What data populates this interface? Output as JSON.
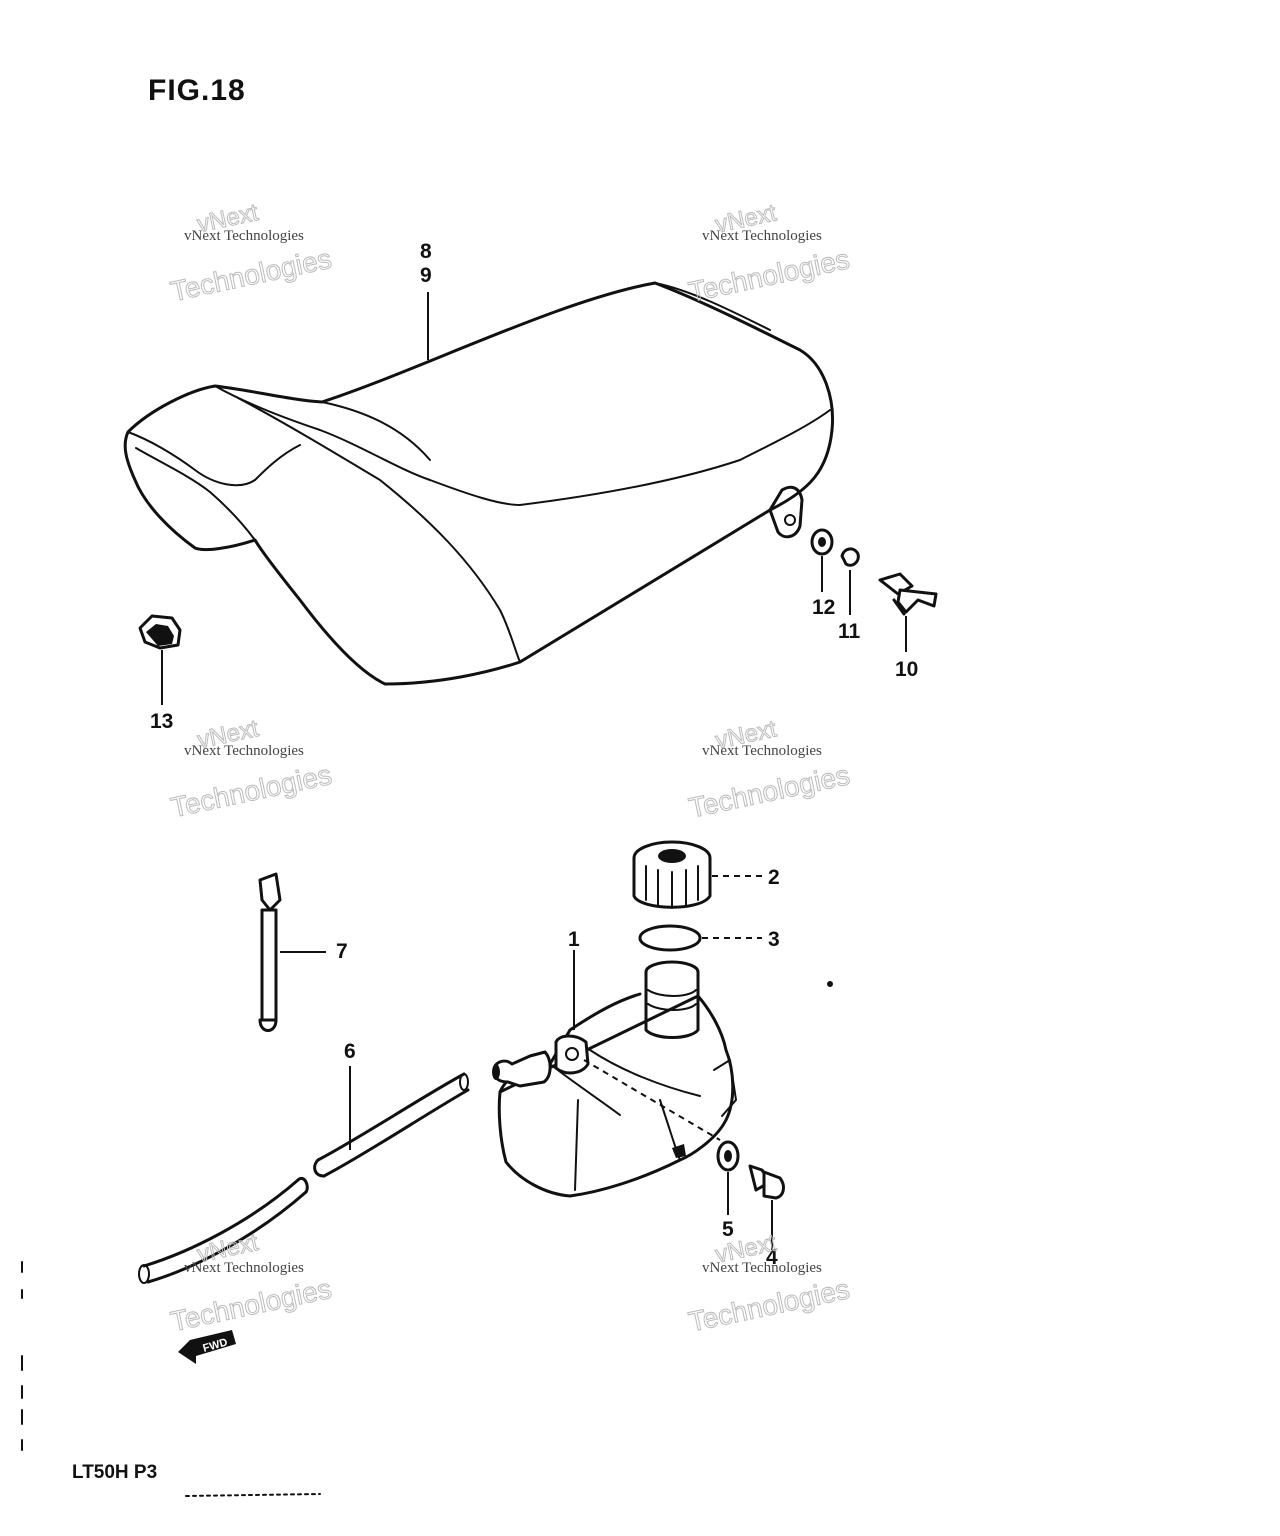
{
  "figure": {
    "title": "FIG.18",
    "model_code": "LT50H P3"
  },
  "callouts": {
    "c1": "1",
    "c2": "2",
    "c3": "3",
    "c4": "4",
    "c5": "5",
    "c6": "6",
    "c7": "7",
    "c8": "8",
    "c9": "9",
    "c10": "10",
    "c11": "11",
    "c12": "12",
    "c13": "13"
  },
  "watermark": {
    "line1": "vNext",
    "line2": "vNext Technologies",
    "line3": "Technologies"
  },
  "arrow_label": "FWD"
}
